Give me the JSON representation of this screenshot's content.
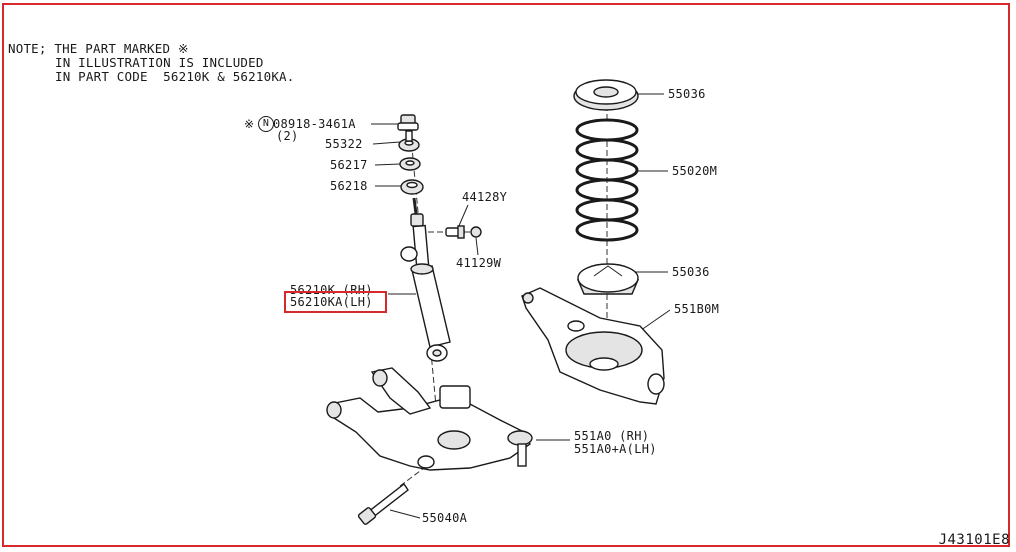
{
  "note": {
    "line1": "NOTE; THE PART MARKED ※",
    "line2": "IN ILLUSTRATION IS INCLUDED",
    "line3": "IN PART CODE  56210K & 56210KA."
  },
  "parts": {
    "nut_prefix": "※",
    "nut_symbol": "N",
    "nut": "08918-3461A",
    "nut_qty": "(2)",
    "bushing_upper": "55322",
    "washer": "56217",
    "bushing_lower": "56218",
    "bolt": "44128Y",
    "nut_small": "41129W",
    "absorber_rh": "56210K (RH)",
    "absorber_lh": "56210KA(LH)",
    "seat_upper": "55036",
    "spring": "55020M",
    "seat_lower": "55036",
    "link_upper": "551B0M",
    "link_lower_rh": "551A0 (RH)",
    "link_lower_lh": "551A0+A(LH)",
    "link_bolt": "55040A"
  },
  "diagram_code": "J43101E8",
  "colors": {
    "highlight": "#d7282b",
    "frame": "#d7282b",
    "line": "#1a1a1a"
  }
}
